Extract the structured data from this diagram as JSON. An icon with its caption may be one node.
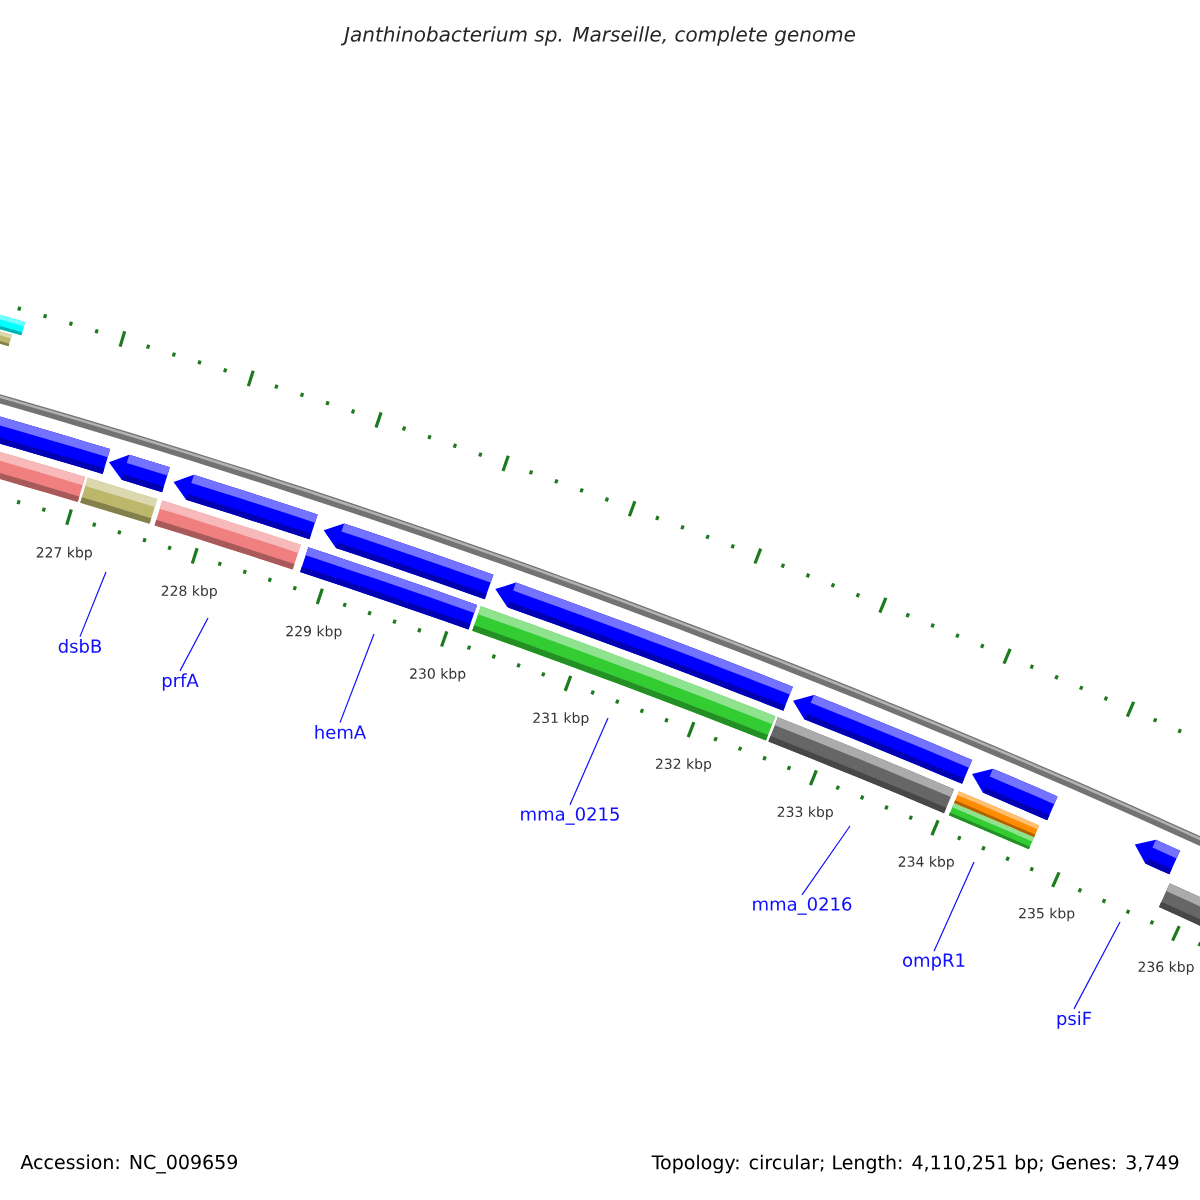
{
  "diagram": {
    "title": "Janthinobacterium sp. Marseille, complete genome",
    "nodes": [
      {
        "text": [
          "dsbB"
        ]
      },
      {
        "text": [
          "prfA"
        ]
      },
      {
        "text": [
          "hemA"
        ]
      },
      {
        "text": [
          "mma_0215"
        ]
      },
      {
        "text": [
          "mma_0216"
        ]
      },
      {
        "text": [
          "ompR1"
        ]
      },
      {
        "text": [
          "psiF"
        ]
      }
    ],
    "edges": [
      {
        "from": 0,
        "to": null,
        "arrow": "none"
      },
      {
        "from": 1,
        "to": null,
        "arrow": "none"
      },
      {
        "from": 2,
        "to": null,
        "arrow": "none"
      },
      {
        "from": 3,
        "to": null,
        "arrow": "none"
      },
      {
        "from": 4,
        "to": null,
        "arrow": "none"
      },
      {
        "from": 5,
        "to": null,
        "arrow": "none"
      },
      {
        "from": 6,
        "to": null,
        "arrow": "none"
      }
    ],
    "labels": [
      "227 kbp",
      "228 kbp",
      "229 kbp",
      "230 kbp",
      "231 kbp",
      "232 kbp",
      "233 kbp",
      "234 kbp",
      "235 kbp",
      "236 kbp",
      "Accession: NC_009659",
      "Topology: circular; Length: 4,110,251 bp; Genes: 3,749"
    ]
  }
}
